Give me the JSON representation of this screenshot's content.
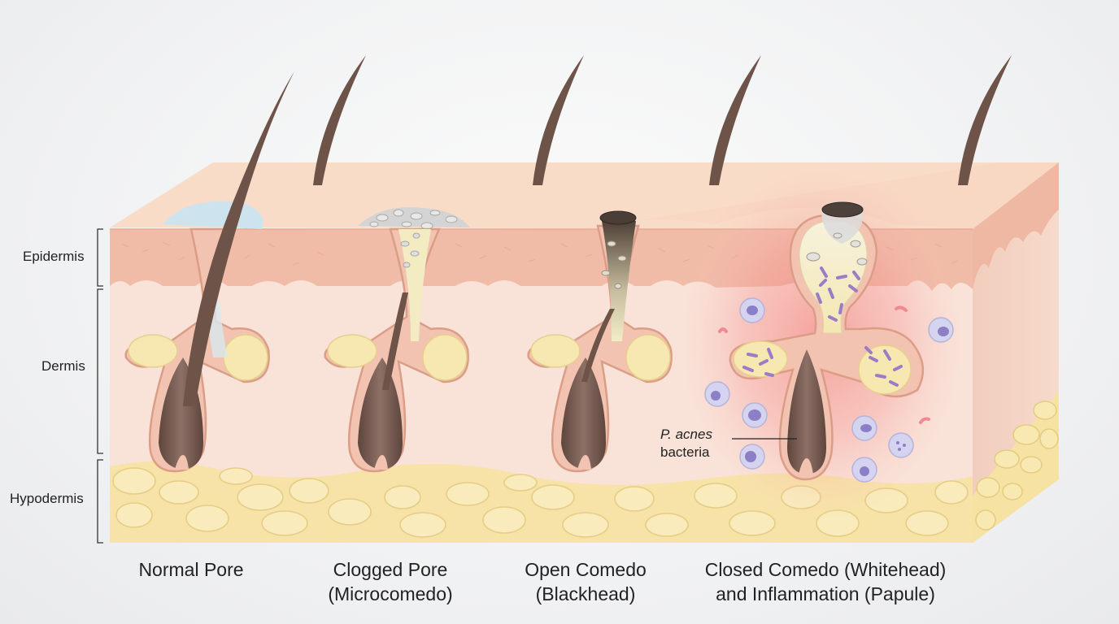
{
  "layers": {
    "epidermis": "Epidermis",
    "dermis": "Dermis",
    "hypodermis": "Hypodermis"
  },
  "stages": [
    {
      "line1": "Normal Pore",
      "line2": ""
    },
    {
      "line1": "Clogged Pore",
      "line2": "(Microcomedo)"
    },
    {
      "line1": "Open Comedo",
      "line2": "(Blackhead)"
    },
    {
      "line1": "Closed Comedo (Whitehead)",
      "line2": "and Inflammation (Papule)"
    }
  ],
  "annotation": {
    "organism": "P. acnes",
    "word": "bacteria"
  },
  "colors": {
    "skin_surface": "#f8d8c4",
    "epidermis": "#f0bba6",
    "dermis": "#f9e3d8",
    "fat": "#f7e6ae",
    "hair": "#7a5e54",
    "sebum": "#f6edc3",
    "inflammation": "#f28a8a",
    "bacteria": "#a98ad0"
  }
}
